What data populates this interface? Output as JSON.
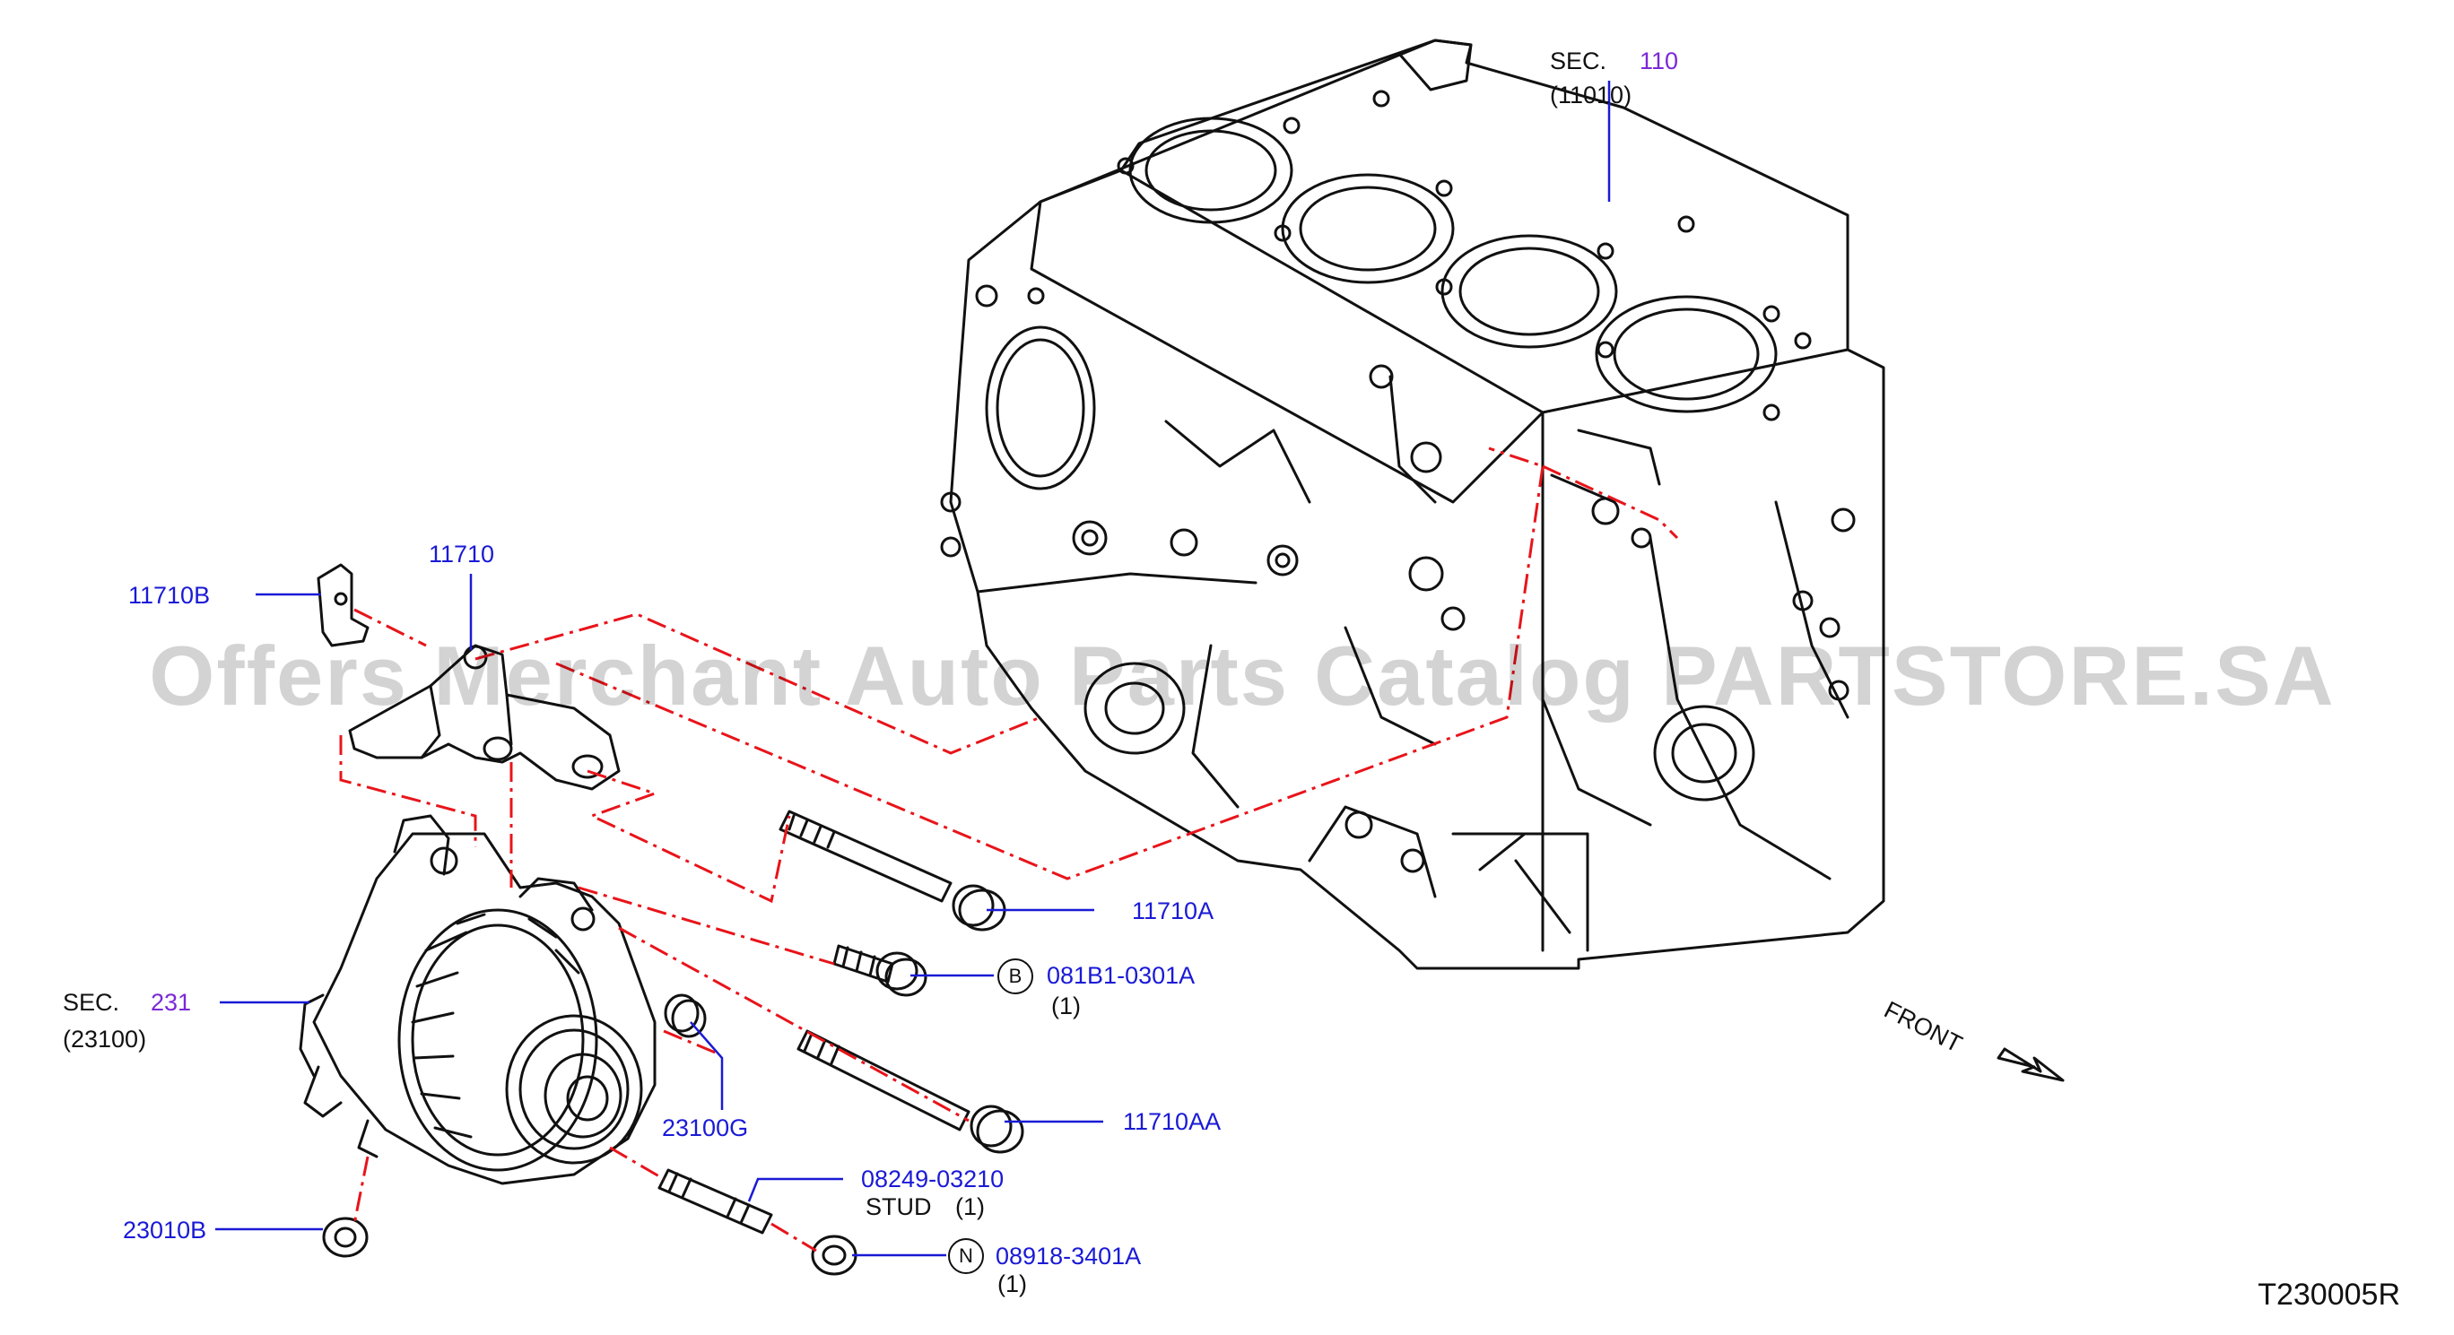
{
  "watermark": "Offers Merchant Auto Parts Catalog PARTSTORE.SA",
  "diagram_code": "T230005R",
  "front_label": "FRONT",
  "colors": {
    "part_link": "#1a1ad6",
    "section_link": "#7b28d6",
    "phantom_line": "#e8141a",
    "drawing": "#111111"
  },
  "labels": {
    "sec110": {
      "prefix": "SEC.",
      "number": "110",
      "sub": "(11010)"
    },
    "sec231": {
      "prefix": "SEC.",
      "number": "231",
      "sub": "(23100)"
    },
    "p11710": "11710",
    "p11710B": "11710B",
    "p11710A": "11710A",
    "p081B1": {
      "marker": "B",
      "code": "081B1-0301A",
      "qty": "(1)"
    },
    "p11710AA": "11710AA",
    "p23100G": "23100G",
    "p08249": {
      "code": "08249-03210",
      "desc": "STUD",
      "qty": "(1)"
    },
    "p08918": {
      "marker": "N",
      "code": "08918-3401A",
      "qty": "(1)"
    },
    "p23010B": "23010B"
  }
}
